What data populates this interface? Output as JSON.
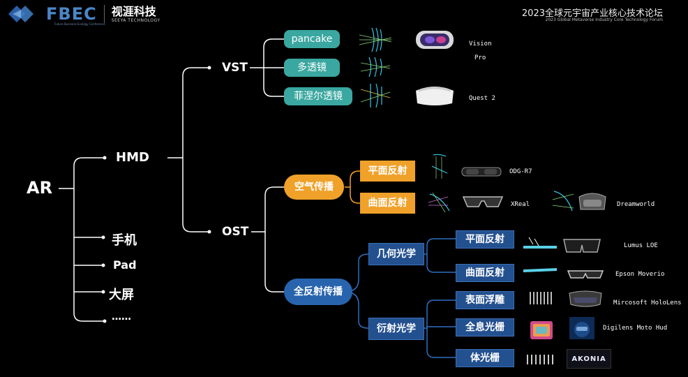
{
  "header": {
    "logo_text": "FBEC",
    "logo_sub": "Future Business Ecology Conference",
    "brand_cn": "视涯科技",
    "brand_en": "SEEYA TECHNOLOGY",
    "forum_title": "2023全球元宇宙产业核心技术论坛",
    "forum_subtitle": "2023 Global Metaverse Industry Core Technology Forum"
  },
  "tree": {
    "root": "AR",
    "level1": [
      "HMD",
      "手机",
      "Pad",
      "大屏",
      "……"
    ],
    "hmd_children": [
      "VST",
      "OST"
    ],
    "vst_children": [
      "pancake",
      "多透镜",
      "菲涅尔透镜"
    ],
    "ost_children": [
      "空气传播",
      "全反射传播"
    ],
    "air_children": [
      "平面反射",
      "曲面反射"
    ],
    "tir_children": [
      "几何光学",
      "衍射光学"
    ],
    "geo_children": [
      "平面反射",
      "曲面反射"
    ],
    "diff_children": [
      "表面浮雕",
      "全息光栅",
      "体光栅"
    ]
  },
  "products": {
    "vision_pro_line1": "Vision",
    "vision_pro_line2": "Pro",
    "quest2": "Quest 2",
    "odg": "ODG-R7",
    "xreal": "XReal",
    "dreamworld": "Dreamworld",
    "lumus": "Lumus LOE",
    "epson": "Epson Moverio",
    "hololens": "Mircosoft HoloLens",
    "digilens": "Digilens Moto Hud",
    "akonia_logo": "AKONIA"
  },
  "colors": {
    "teal": "#3aa7a0",
    "orange": "#f0a12a",
    "blue_oval": "#2864ae",
    "blue_box": "#23508f",
    "line_white": "#ffffff",
    "line_orange": "#f0a12a",
    "line_blue": "#2f6fc0"
  }
}
